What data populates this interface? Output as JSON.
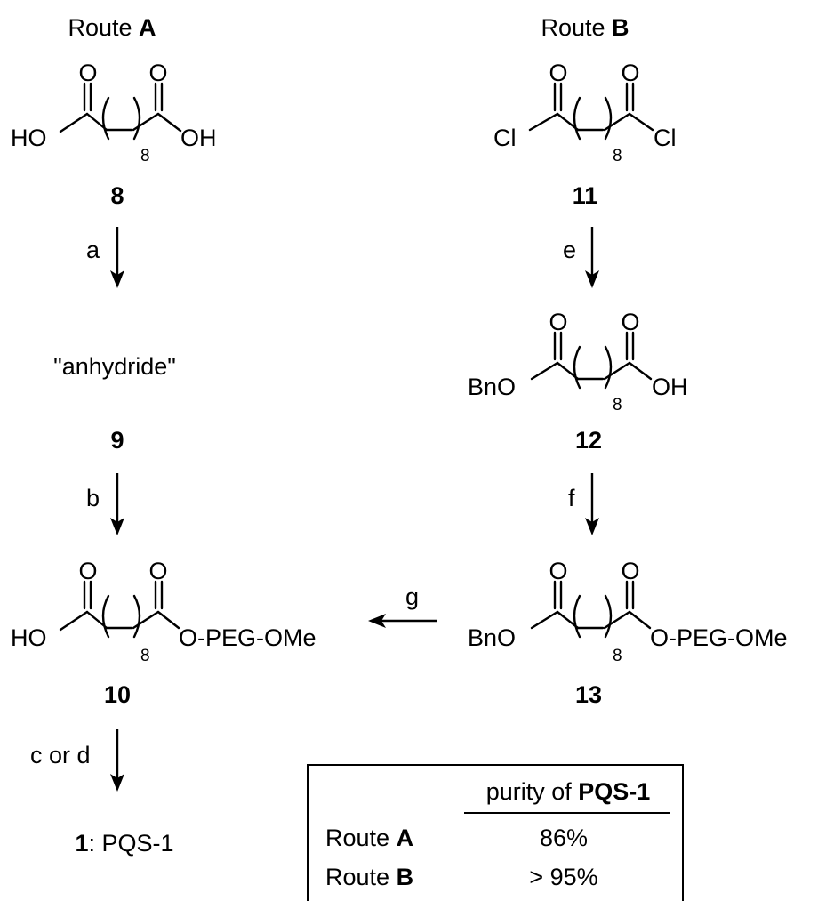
{
  "routes": {
    "a": {
      "label": "Route ",
      "letter": "A"
    },
    "b": {
      "label": "Route ",
      "letter": "B"
    }
  },
  "atoms": {
    "O": "O",
    "HO": "HO",
    "OH": "OH",
    "Cl": "Cl",
    "BnO": "BnO",
    "OPEG": "O-PEG-OMe",
    "n": "8"
  },
  "compounds": {
    "c8": "8",
    "c9": "9",
    "c10": "10",
    "c11": "11",
    "c12": "12",
    "c13": "13",
    "anhydride": "\"anhydride\"",
    "final_num": "1",
    "final_name": ": PQS-1"
  },
  "steps": {
    "a": "a",
    "b": "b",
    "cd": "c or d",
    "e": "e",
    "f": "f",
    "g": "g"
  },
  "table": {
    "header_prefix": "purity of ",
    "header_bold": "PQS-1",
    "rows": [
      {
        "route": "Route ",
        "letter": "A",
        "purity": "86%"
      },
      {
        "route": "Route ",
        "letter": "B",
        "purity": "> 95%"
      }
    ]
  }
}
